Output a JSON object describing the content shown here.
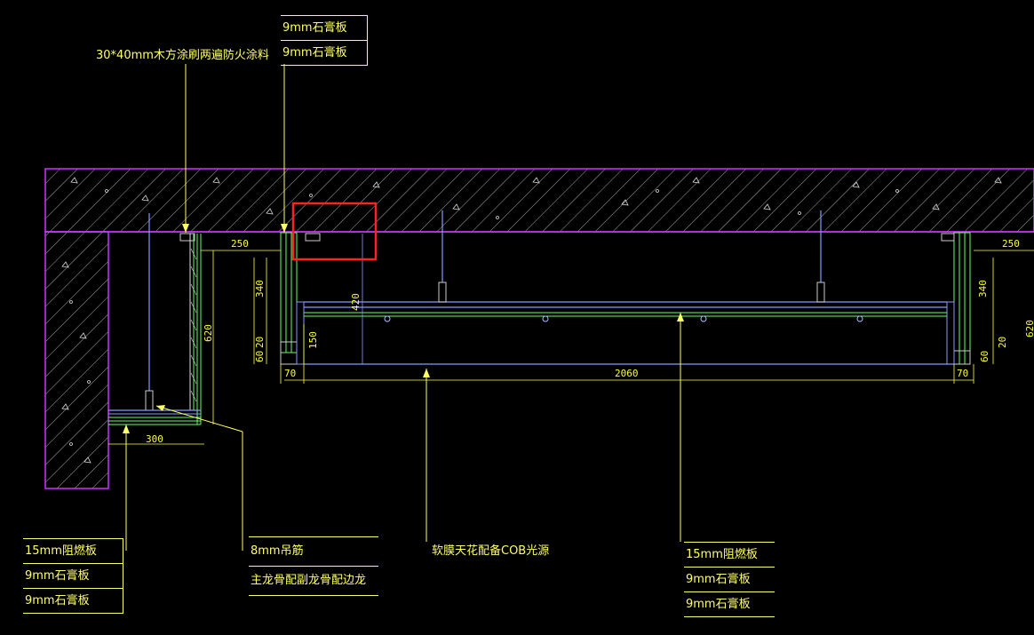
{
  "colors": {
    "background": "#000000",
    "slab_outline": "#cc33ff",
    "hatch": "#bbbbbb",
    "annotation": "#ffff66",
    "board_green": "#66ff66",
    "structure_blue": "#8899ff",
    "highlight_box": "#ff2222"
  },
  "top_label": {
    "wood_batten": "30*40mm木方涂刷两遍防火涂料"
  },
  "top_note_box": {
    "rows": [
      "9mm石膏板",
      "9mm石膏板"
    ]
  },
  "bottom_left_note_box": {
    "rows": [
      "15mm阻燃板",
      "9mm石膏板",
      "9mm石膏板"
    ]
  },
  "hanger_note_box": {
    "rows": [
      "8mm吊筋",
      "主龙骨配副龙骨配边龙"
    ]
  },
  "center_label": {
    "text": "软膜天花配备COB光源"
  },
  "bottom_right_note_box": {
    "rows": [
      "15mm阻燃板",
      "9mm石膏板",
      "9mm石膏板"
    ]
  },
  "dimensions": {
    "left_250": "250",
    "left_340": "340",
    "left_420": "420",
    "left_620": "620",
    "left_20": "20",
    "left_60": "60",
    "left_150": "150",
    "left_300": "300",
    "bottom_70_left": "70",
    "bottom_2060": "2060",
    "bottom_70_right": "70",
    "right_250": "250",
    "right_340": "340",
    "right_20": "20",
    "right_60": "60",
    "right_620": "620"
  }
}
